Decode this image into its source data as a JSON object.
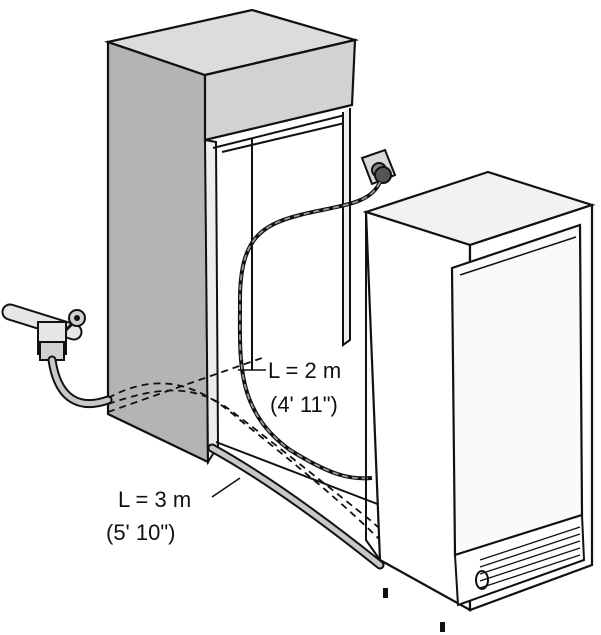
{
  "labels": {
    "power_cord_length_metric": "L = 2 m",
    "power_cord_length_imperial": "(4' 11\")",
    "water_hose_length_metric": "L = 3 m",
    "water_hose_length_imperial": "(5' 10\")"
  },
  "colors": {
    "cabinet_side": "#b4b4b4",
    "cabinet_top": "#dcdcdc",
    "outline": "#111111",
    "hose": "#c8c8c8",
    "cord": "#555555"
  }
}
